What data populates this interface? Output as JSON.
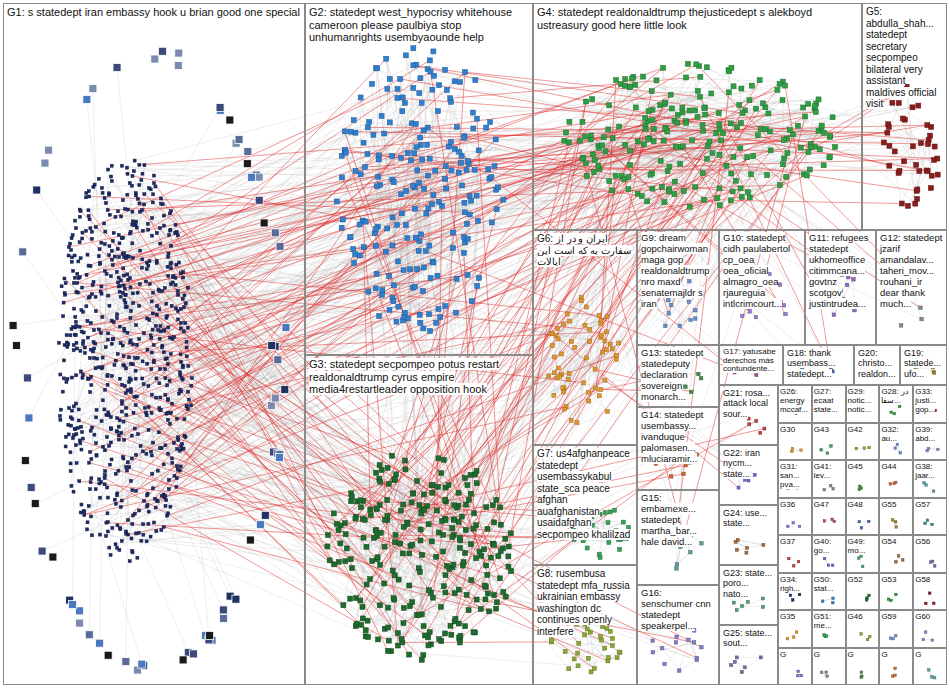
{
  "diagram": {
    "nodes": [
      {
        "text": [
          "G1: s statedept iran embassy hook u brian good one special"
        ]
      },
      {
        "text": [
          "G2: statedept west_hypocrisy whitehouse cameroon please paulbiya stop unhumanrights usembyaounde help"
        ]
      },
      {
        "text": [
          "G3: statedept secpompeo potus restart realdonaldtrump cyrus empire media4restartleader opposition hook"
        ]
      },
      {
        "text": [
          "G4: statedept realdonaldtrump thejusticedept s alekboyd ustreasury good here little look"
        ]
      },
      {
        "text": [
          "G5: abdulla_shah... statedept secretary secpompeo bilateral very assistant maldives official visit"
        ]
      },
      {
        "text": [
          "G6: ایران و در از سفارت به که است این ایالات"
        ]
      },
      {
        "text": [
          "G7: us4afghanpeace statedept usembassykabul state_sca peace afghan auafghanistan usaidafghan secpompeo khalilzad"
        ]
      },
      {
        "text": [
          "G8: rusembusa statedept mfa_russia ukrainian embassy washington dc continues openly interfere"
        ]
      },
      {
        "text": [
          "G9: dream gopchairwoman maga gop realdonaldtrump nro maxd senatemajldr s iran"
        ]
      },
      {
        "text": [
          "G10: statedept cidh paulabertol cp_oea oea_oficial almagro_oea rjaureguia intlcrimcourt..."
        ]
      },
      {
        "text": [
          "G11: refugees statedept ukhomeoffice citimmcana... govtnz scotgov justintrudea..."
        ]
      },
      {
        "text": [
          "G12: statedept jzarif amandalav... taheri_mov... rouhani_ir dear thank much..."
        ]
      },
      {
        "text": [
          "G13: statedept statedeputy declaration sovereign monarch..."
        ]
      },
      {
        "text": [
          "G14: statedept usembassy... ivanduque palomasen... mluciaramir..."
        ]
      },
      {
        "text": [
          "G15: embamexe... statedept martha_bar... hale david..."
        ]
      },
      {
        "text": [
          "G16: senschumer cnn statedept speakerpel..."
        ]
      },
      {
        "text": [
          "G17: yatusabe derechos más contundente..."
        ]
      },
      {
        "text": [
          "G18: thank usembass... statedept..."
        ]
      },
      {
        "text": [
          "G19: statede... ufo..."
        ]
      },
      {
        "text": [
          "G20: christo... realdon..."
        ]
      },
      {
        "text": [
          "G21: rosa... attack local sour..."
        ]
      },
      {
        "text": [
          "G22: iran nycm... state..."
        ]
      },
      {
        "text": [
          "G23: state... poro... nato..."
        ]
      },
      {
        "text": [
          "G24: use... state..."
        ]
      },
      {
        "text": [
          "G25: state... sout..."
        ]
      },
      {
        "text": [
          "G26: energy mccaf..."
        ]
      },
      {
        "text": [
          "G27: ecaat state..."
        ]
      },
      {
        "text": [
          "G29: notic... notic..."
        ]
      },
      {
        "text": [
          "G28: در سفا..."
        ]
      },
      {
        "text": [
          "G33: justi... gop..."
        ]
      },
      {
        "text": [
          "G30"
        ]
      },
      {
        "text": [
          "G43"
        ]
      },
      {
        "text": [
          "G42"
        ]
      },
      {
        "text": [
          "G32: au..."
        ]
      },
      {
        "text": [
          "G39: abd..."
        ]
      },
      {
        "text": [
          "G31: san... pva..."
        ]
      },
      {
        "text": [
          "G41: lev..."
        ]
      },
      {
        "text": [
          "G45"
        ]
      },
      {
        "text": [
          "G44"
        ]
      },
      {
        "text": [
          "G38: jaar..."
        ]
      },
      {
        "text": [
          "G36"
        ]
      },
      {
        "text": [
          "G47"
        ]
      },
      {
        "text": [
          "G48"
        ]
      },
      {
        "text": [
          "G55"
        ]
      },
      {
        "text": [
          "G57"
        ]
      },
      {
        "text": [
          "G37"
        ]
      },
      {
        "text": [
          "G40: go..."
        ]
      },
      {
        "text": [
          "G49: mo..."
        ]
      },
      {
        "text": [
          "G54"
        ]
      },
      {
        "text": [
          "G56"
        ]
      },
      {
        "text": [
          "G34: righ..."
        ]
      },
      {
        "text": [
          "G50: stat..."
        ]
      },
      {
        "text": [
          "G52"
        ]
      },
      {
        "text": [
          "G53"
        ]
      },
      {
        "text": [
          "G58"
        ]
      },
      {
        "text": [
          "G35"
        ]
      },
      {
        "text": [
          "G51: me..."
        ]
      },
      {
        "text": [
          "G46"
        ]
      },
      {
        "text": [
          "G59"
        ]
      },
      {
        "text": [
          "G60"
        ]
      },
      {
        "text": [
          "G"
        ]
      },
      {
        "text": [
          "G"
        ]
      },
      {
        "text": [
          "G"
        ]
      },
      {
        "text": [
          "G"
        ]
      },
      {
        "text": [
          "G"
        ]
      }
    ]
  }
}
